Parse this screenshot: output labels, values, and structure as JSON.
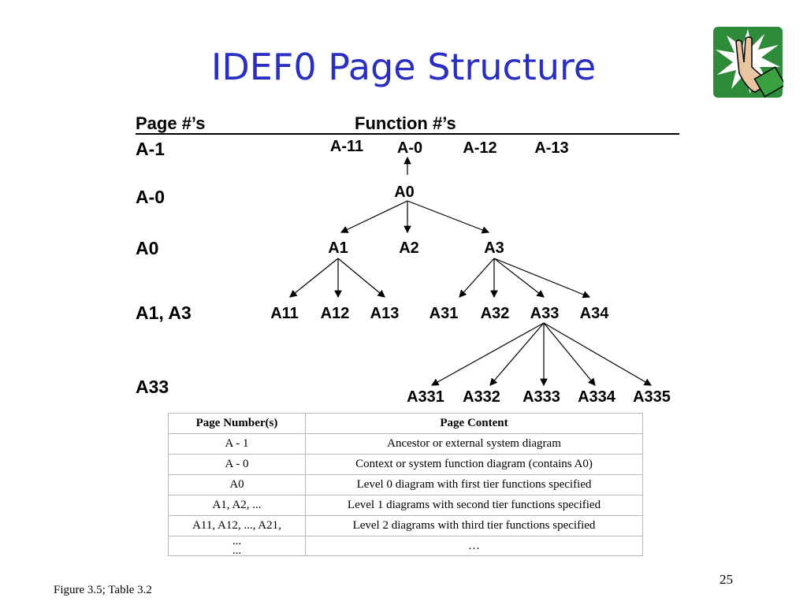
{
  "title": "IDEF0 Page Structure",
  "header": {
    "page_col": "Page #’s",
    "function_col": "Function #’s"
  },
  "levels": [
    "A-1",
    "A-0",
    "A0",
    "A1, A3",
    "A33"
  ],
  "tree": {
    "a_minus1_row": [
      "A-11",
      "A-0",
      "A-12",
      "A-13"
    ],
    "a0": "A0",
    "level1": [
      "A1",
      "A2",
      "A3"
    ],
    "level2": [
      "A11",
      "A12",
      "A13",
      "A31",
      "A32",
      "A33",
      "A34"
    ],
    "level3": [
      "A331",
      "A332",
      "A333",
      "A334",
      "A335"
    ]
  },
  "table": {
    "headers": [
      "Page Number(s)",
      "Page Content"
    ],
    "rows": [
      [
        "A - 1",
        "Ancestor or external system diagram"
      ],
      [
        "A - 0",
        "Context or system function diagram (contains A0)"
      ],
      [
        "A0",
        "Level 0 diagram with first tier functions specified"
      ],
      [
        "A1, A2, ...",
        "Level 1 diagrams with second tier functions specified"
      ],
      [
        "A11, A12, ..., A21,",
        "Level 2 diagrams with third tier functions specified"
      ],
      [
        "...\n...",
        "…"
      ]
    ]
  },
  "page_number": "25",
  "caption": "Figure 3.5; Table 3.2",
  "logo_icon": "stop-hand-icon",
  "colors": {
    "title": "#2a2fc2",
    "logo_green": "#2e8b3a"
  }
}
